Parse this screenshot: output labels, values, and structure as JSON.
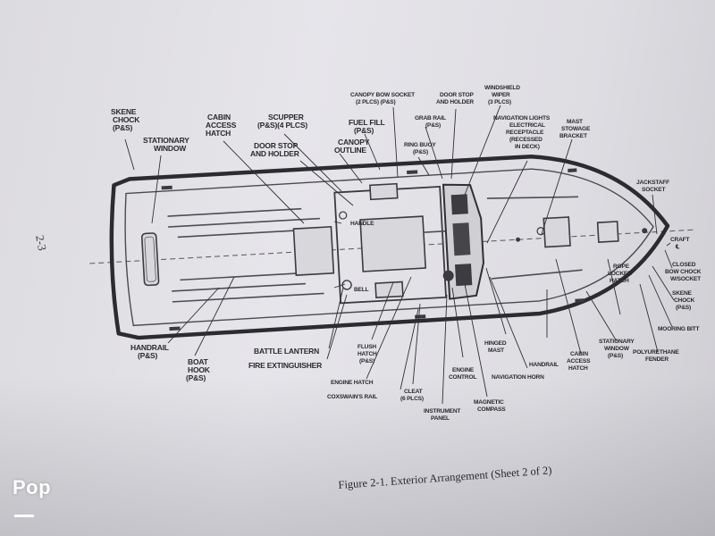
{
  "page_number": "2-3",
  "caption": "Figure 2-1.  Exterior Arrangement (Sheet 2 of 2)",
  "watermark": "Pop",
  "labels": {
    "skene_chock_left": [
      "SKENE",
      "CHOCK",
      "(P&S)"
    ],
    "stationary_window_left": [
      "STATIONARY",
      "WINDOW"
    ],
    "cabin_access_hatch_left": [
      "CABIN",
      "ACCESS",
      "HATCH"
    ],
    "scupper": [
      "SCUPPER",
      "(P&S)(4 PLCS)"
    ],
    "door_stop_holder_left": [
      "DOOR STOP",
      "AND HOLDER"
    ],
    "canopy_outline": [
      "CANOPY",
      "OUTLINE"
    ],
    "fuel_fill": [
      "FUEL FILL",
      "(P&S)"
    ],
    "canopy_bow_socket": [
      "CANOPY BOW SOCKET",
      "(2 PLCS) (P&S)"
    ],
    "door_stop_holder_right": [
      "DOOR STOP",
      "AND HOLDER"
    ],
    "windshield_wiper": [
      "WINDSHIELD",
      "WIPER",
      "(3 PLCS)"
    ],
    "grab_rail": [
      "GRAB RAIL",
      "(P&S)"
    ],
    "ring_buoy": [
      "RING BUOY",
      "(P&S)"
    ],
    "navigation_lights": [
      "NAVIGATION LIGHTS",
      "ELECTRICAL",
      "RECEPTACLE",
      "(RECESSED",
      "IN DECK)"
    ],
    "mast_stowage_bracket": [
      "MAST",
      "STOWAGE",
      "BRACKET"
    ],
    "jackstaff_socket": [
      "JACKSTAFF",
      "SOCKET"
    ],
    "craft": [
      "CRAFT",
      "℄"
    ],
    "closed_bow_chock": [
      "CLOSED",
      "BOW CHOCK",
      "W/SOCKET"
    ],
    "skene_chock_right": [
      "SKENE",
      "CHOCK",
      "(P&S)"
    ],
    "mooring_bitt": [
      "MOORING BITT"
    ],
    "polyurethane_fender": [
      "POLYURETHANE",
      "FENDER"
    ],
    "stationary_window_right": [
      "STATIONARY",
      "WINDOW",
      "(P&S)"
    ],
    "rope_locker_hatch": [
      "ROPE",
      "LOCKER",
      "HATCH"
    ],
    "cabin_access_hatch_right": [
      "CABIN",
      "ACCESS",
      "HATCH"
    ],
    "handrail_right": [
      "HANDRAIL"
    ],
    "hinged_mast": [
      "HINGED",
      "MAST"
    ],
    "navigation_horn": [
      "NAVIGATION HORN"
    ],
    "engine_control": [
      "ENGINE",
      "CONTROL"
    ],
    "magnetic_compass": [
      "MAGNETIC",
      "COMPASS"
    ],
    "instrument_panel": [
      "INSTRUMENT",
      "PANEL"
    ],
    "cleat": [
      "CLEAT",
      "(6 PLCS)"
    ],
    "coxswains_rail": [
      "COXSWAIN'S RAIL"
    ],
    "engine_hatch": [
      "ENGINE HATCH"
    ],
    "flush_hatch": [
      "FLUSH",
      "HATCH",
      "(P&S)"
    ],
    "battle_lantern": [
      "BATTLE LANTERN"
    ],
    "fire_extinguisher": [
      "FIRE EXTINGUISHER"
    ],
    "boat_hook": [
      "BOAT",
      "HOOK",
      "(P&S)"
    ],
    "handrail_left": [
      "HANDRAIL",
      "(P&S)"
    ],
    "handle": [
      "HANDLE"
    ],
    "bell": [
      "BELL"
    ]
  },
  "colors": {
    "paper": "#e3e2e7",
    "ink": "#2a2a2e",
    "watermark": "#ffffff"
  }
}
